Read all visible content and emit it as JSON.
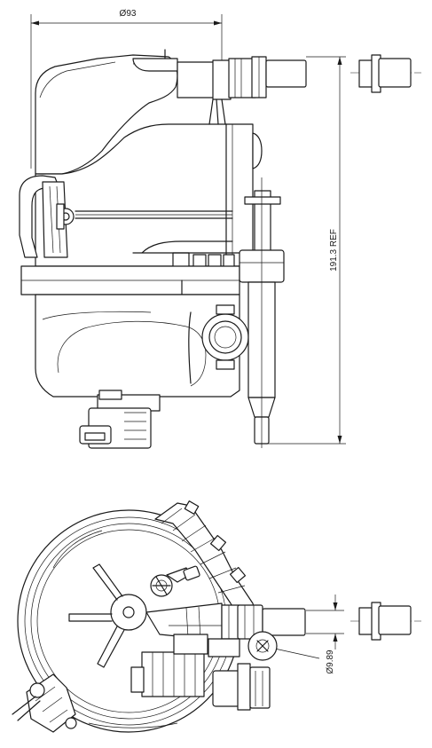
{
  "dimensions": {
    "diameter_label": "Ø93",
    "height_label": "191.3 REF",
    "port_diameter_label": "Ø9.89"
  },
  "colors": {
    "line": "#1a1a1a",
    "background": "#ffffff"
  }
}
